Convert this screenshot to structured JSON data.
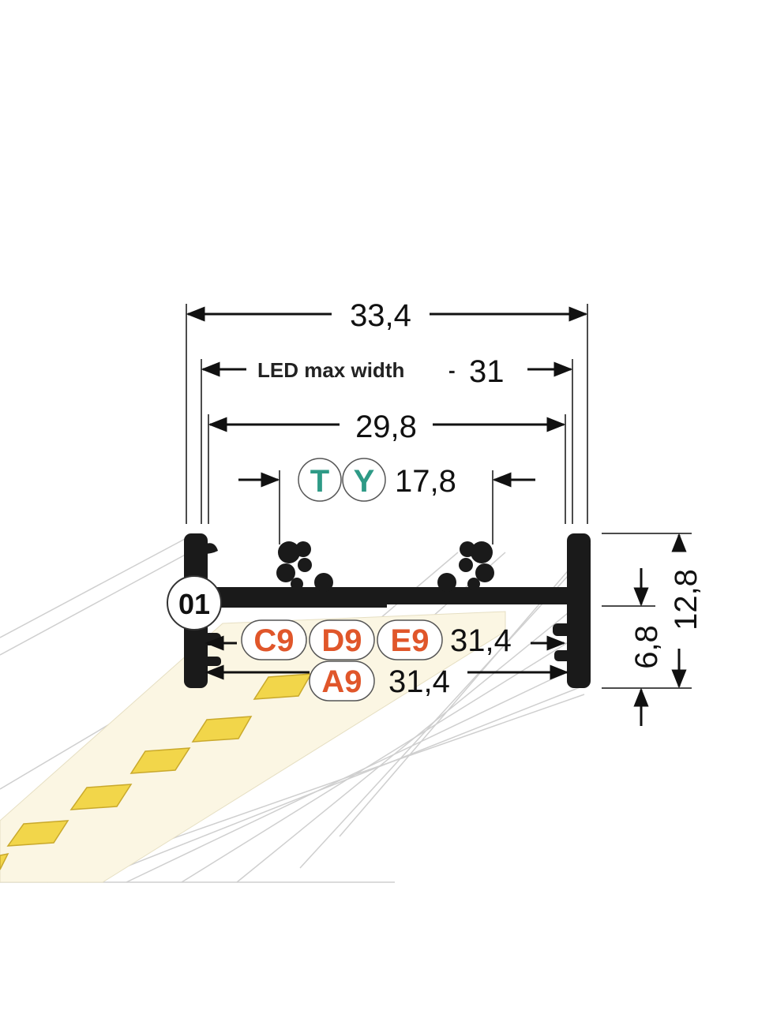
{
  "dimensions": {
    "outer_width": "33,4",
    "led_max_label": "LED max width",
    "led_max_sep": "-",
    "led_max_value": "31",
    "inner_width": "29,8",
    "ty_width": "17,8",
    "cde_width": "31,4",
    "a_width": "31,4",
    "inner_height": "6,8",
    "outer_height": "12,8"
  },
  "tags": {
    "profile": "01",
    "t": "T",
    "y": "Y",
    "c9": "C9",
    "d9": "D9",
    "e9": "E9",
    "a9": "A9"
  },
  "colors": {
    "profile": "#1a1a1a",
    "tag_teal": "#2e9a86",
    "tag_orange": "#e0562a",
    "led_chip": "#f2d64a",
    "strip": "#fbf6e3"
  }
}
